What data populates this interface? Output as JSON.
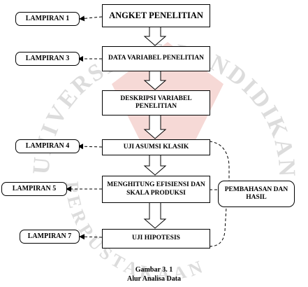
{
  "watermark": {
    "arc_text": "UNIVERSITAS PENDIDIKAN INDONESIA",
    "bottom_text": "PERPUSTAKAAN",
    "color": "#d8d8d8",
    "accent_color": "#f3c8c4"
  },
  "flow": {
    "steps": [
      "ANGKET PENELITIAN",
      "DATA VARIABEL PENELITIAN",
      "DESKRIPSI VARIABEL PENELITIAN",
      "UJI ASUMSI KLASIK",
      "MENGHITUNG EFISIENSI DAN SKALA PRODUKSI",
      "UJI HIPOTESIS"
    ],
    "appendices": [
      "LAMPIRAN 1",
      "LAMPIRAN 3",
      "LAMPIRAN 4",
      "LAMPIRAN 5",
      "LAMPIRAN 7"
    ],
    "result_box": "PEMBAHASAN DAN HASIL"
  },
  "caption": {
    "figure": "Gambar 3. 1",
    "title": "Alur Analisa Data"
  }
}
